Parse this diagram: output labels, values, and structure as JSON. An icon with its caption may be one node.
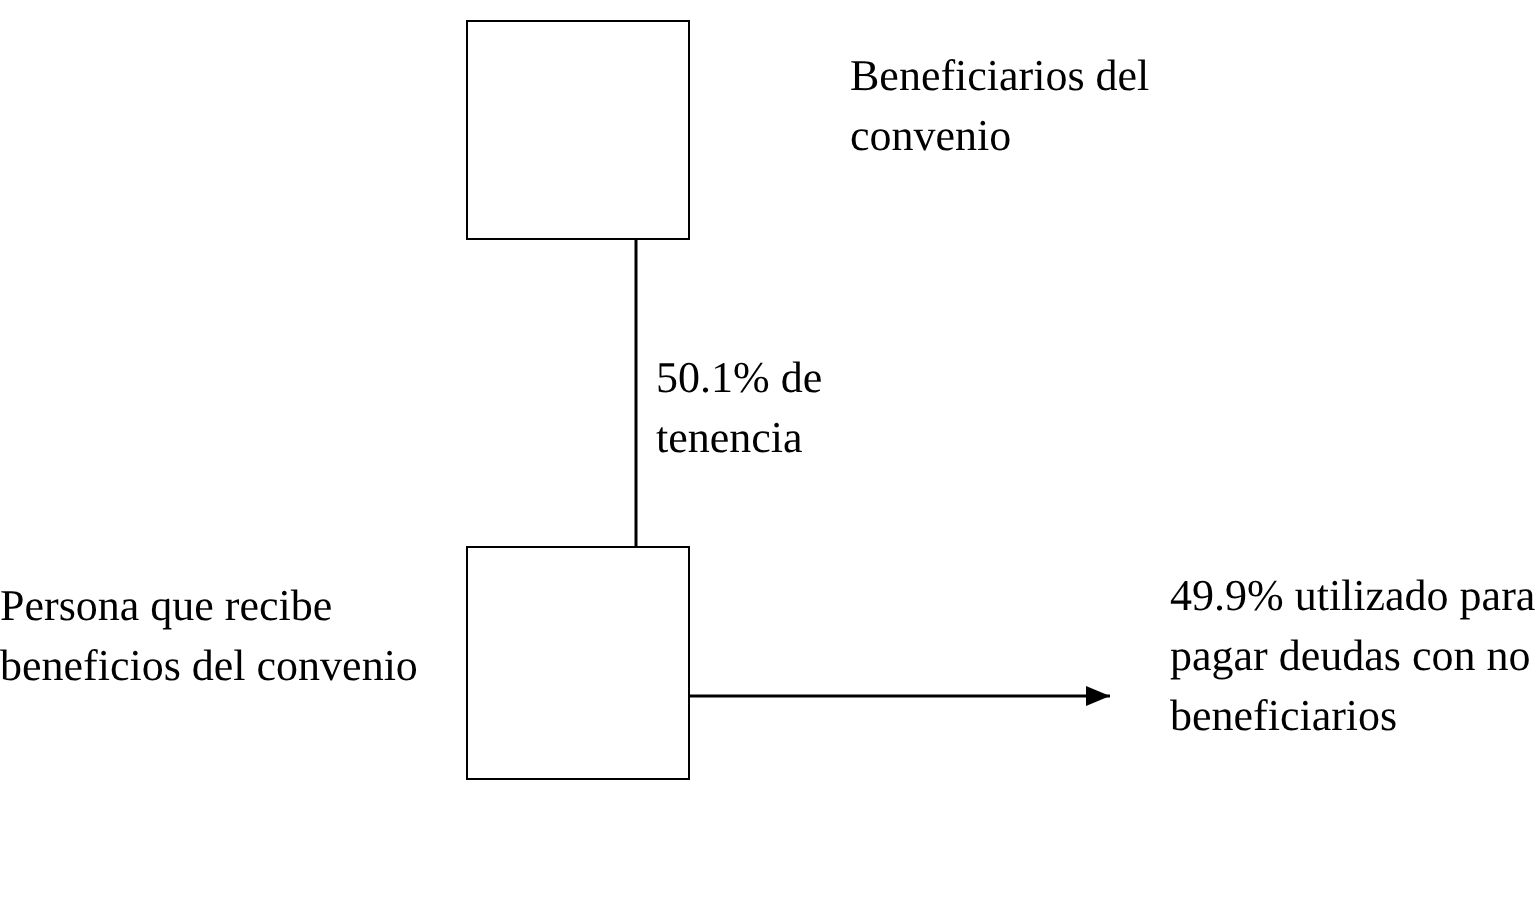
{
  "diagram": {
    "nodes": [
      {
        "text": [],
        "shape": "box",
        "beside": [
          "Beneficiarios del convenio"
        ]
      },
      {
        "text": [],
        "shape": "box",
        "beside": [
          "Persona que recibe beneficios del convenio"
        ]
      },
      {
        "text": [
          "49.9% utilizado para pagar deudas con no beneficiarios"
        ]
      }
    ],
    "edges": [
      {
        "from": 0,
        "to": 1,
        "arrow": "none",
        "label": "50.1% de tenencia"
      },
      {
        "from": 1,
        "to": 2,
        "arrow": "to"
      }
    ]
  }
}
